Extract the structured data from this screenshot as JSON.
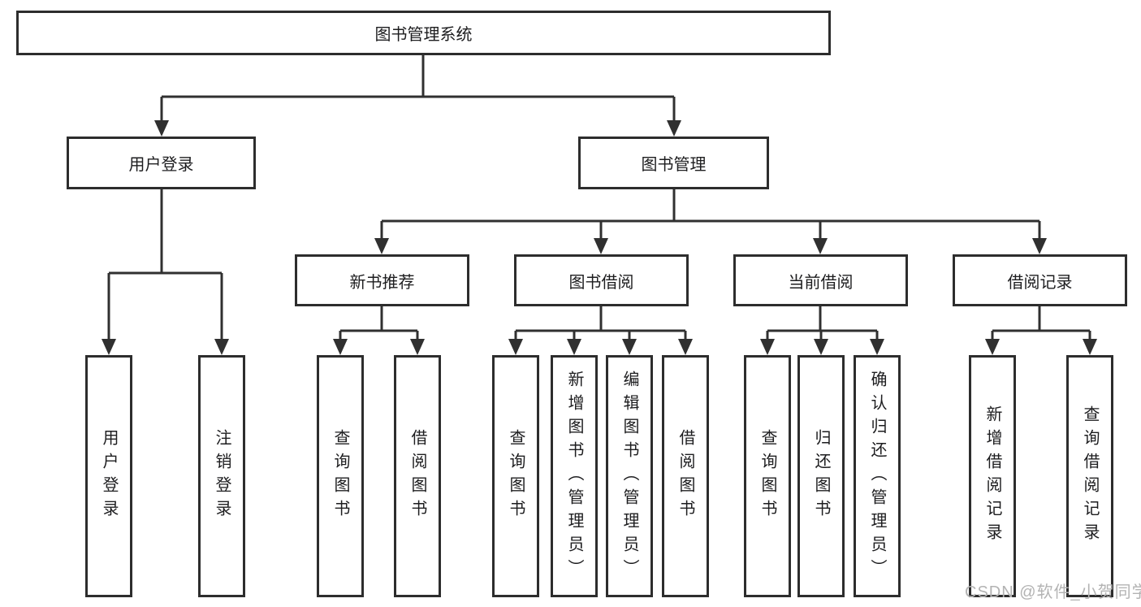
{
  "colors": {
    "line": "#303030",
    "box_border": "#2d2d2d",
    "text": "#1d1d1f",
    "background": "#ffffff",
    "watermark": "#b3b3b3"
  },
  "watermark": {
    "text": "CSDN @软件_小贺同学"
  },
  "diagram": {
    "type": "hierarchy-tree",
    "title": "图书管理系统",
    "tree": {
      "label": "图书管理系统",
      "children": [
        {
          "label": "用户登录",
          "children": [
            {
              "label": "用户登录"
            },
            {
              "label": "注销登录"
            }
          ]
        },
        {
          "label": "图书管理",
          "children": [
            {
              "label": "新书推荐",
              "children": [
                {
                  "label": "查询图书"
                },
                {
                  "label": "借阅图书"
                }
              ]
            },
            {
              "label": "图书借阅",
              "children": [
                {
                  "label": "查询图书"
                },
                {
                  "label": "新增图书（管理员）"
                },
                {
                  "label": "编辑图书（管理员）"
                },
                {
                  "label": "借阅图书"
                }
              ]
            },
            {
              "label": "当前借阅",
              "children": [
                {
                  "label": "查询图书"
                },
                {
                  "label": "归还图书"
                },
                {
                  "label": "确认归还（管理员）"
                }
              ]
            },
            {
              "label": "借阅记录",
              "children": [
                {
                  "label": "新增借阅记录"
                },
                {
                  "label": "查询借阅记录"
                }
              ]
            }
          ]
        }
      ]
    }
  }
}
